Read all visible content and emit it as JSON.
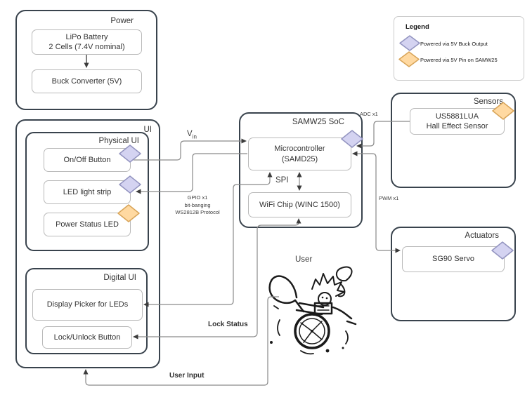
{
  "diagram": {
    "power": {
      "title": "Power",
      "lipo_label": "LiPo Battery\n2 Cells (7.4V nominal)",
      "buck_label": "Buck Converter (5V)"
    },
    "ui": {
      "title": "UI",
      "physical": {
        "title": "Physical UI",
        "onoff_label": "On/Off Button",
        "led_strip_label": "LED light strip",
        "power_led_label": "Power Status LED"
      },
      "digital": {
        "title": "Digital UI",
        "display_picker_label": "Display Picker for LEDs",
        "lock_button_label": "Lock/Unlock Button"
      }
    },
    "soc": {
      "title": "SAMW25 SoC",
      "micro_label": "Microcontroller\n(SAMD25)",
      "wifi_label": "WiFi Chip (WINC 1500)"
    },
    "sensors": {
      "title": "Sensors",
      "hall_label": "US5881LUA\nHall Effect Sensor"
    },
    "actuators": {
      "title": "Actuators",
      "servo_label": "SG90 Servo"
    },
    "legend": {
      "title": "Legend",
      "items": [
        {
          "type": "purple",
          "label": "Powered via 5V Buck Output"
        },
        {
          "type": "orange",
          "label": "Powered via 5V Pin on SAMW25"
        }
      ]
    },
    "wire_labels": {
      "vin_base": "V",
      "vin_sub": "in",
      "spi": "SPI",
      "gpio": "GPIO x1\nbit-banging\nWS2812B Protocol",
      "adc": "ADC x1",
      "pwm": "PWM x1",
      "lock_status": "Lock Status",
      "user_input": "User Input",
      "user": "User"
    },
    "colors": {
      "purple_fill": "#d4d3f1",
      "purple_stroke": "#9394c0",
      "orange_fill": "#ffd9a1",
      "orange_stroke": "#d8a458",
      "wire": "#8a8a8a",
      "arrow": "#3c3c3c",
      "container_border": "#39434d",
      "node_border": "#b9b9b9"
    }
  }
}
